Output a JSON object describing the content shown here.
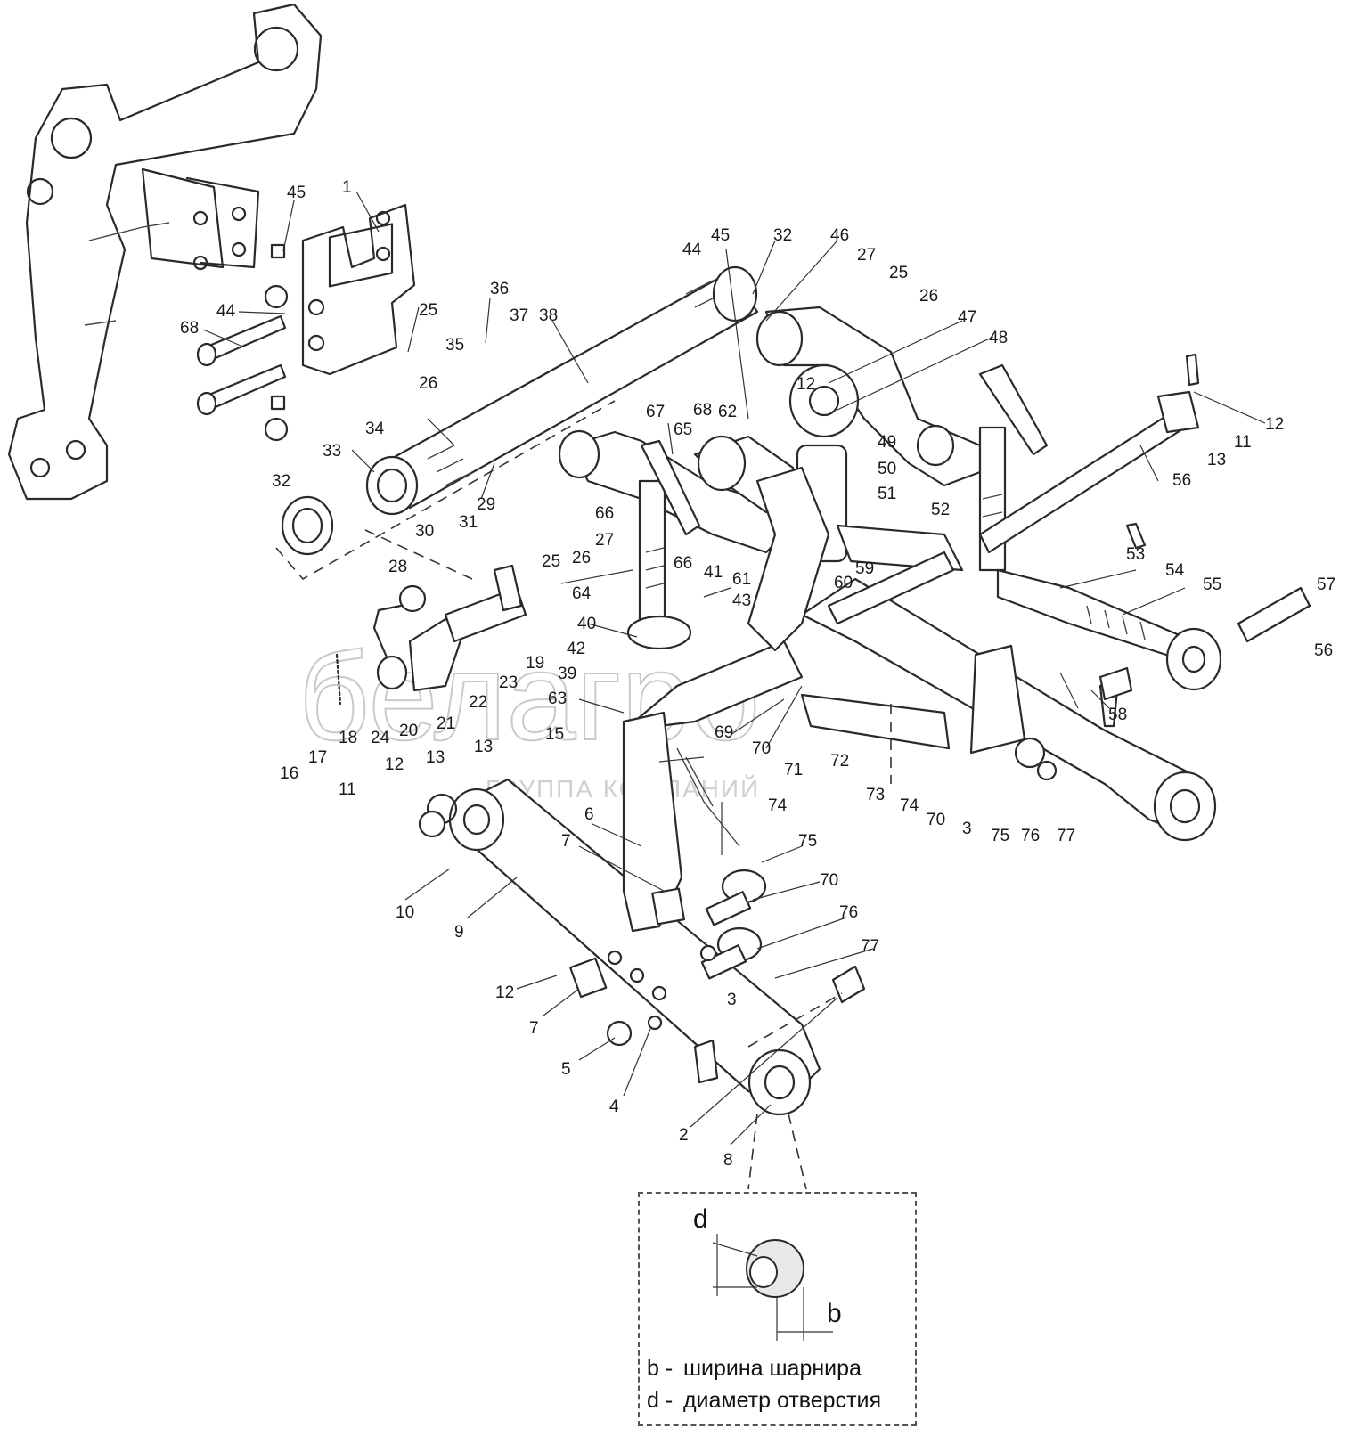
{
  "watermark": {
    "brand": "белагро",
    "tagline": "ГРУППА КОМПАНИЙ"
  },
  "callouts": [
    {
      "label": "1"
    },
    {
      "label": "45"
    },
    {
      "label": "44"
    },
    {
      "label": "68"
    },
    {
      "label": "25"
    },
    {
      "label": "36"
    },
    {
      "label": "37"
    },
    {
      "label": "38"
    },
    {
      "label": "35"
    },
    {
      "label": "26"
    },
    {
      "label": "34"
    },
    {
      "label": "33"
    },
    {
      "label": "32"
    },
    {
      "label": "30"
    },
    {
      "label": "29"
    },
    {
      "label": "31"
    },
    {
      "label": "44"
    },
    {
      "label": "45"
    },
    {
      "label": "32"
    },
    {
      "label": "46"
    },
    {
      "label": "27"
    },
    {
      "label": "25"
    },
    {
      "label": "26"
    },
    {
      "label": "47"
    },
    {
      "label": "48"
    },
    {
      "label": "12"
    },
    {
      "label": "49"
    },
    {
      "label": "50"
    },
    {
      "label": "51"
    },
    {
      "label": "52"
    },
    {
      "label": "12"
    },
    {
      "label": "11"
    },
    {
      "label": "13"
    },
    {
      "label": "56"
    },
    {
      "label": "67"
    },
    {
      "label": "68"
    },
    {
      "label": "62"
    },
    {
      "label": "65"
    },
    {
      "label": "66"
    },
    {
      "label": "66"
    },
    {
      "label": "27"
    },
    {
      "label": "25"
    },
    {
      "label": "26"
    },
    {
      "label": "64"
    },
    {
      "label": "41"
    },
    {
      "label": "43"
    },
    {
      "label": "61"
    },
    {
      "label": "59"
    },
    {
      "label": "60"
    },
    {
      "label": "53"
    },
    {
      "label": "54"
    },
    {
      "label": "55"
    },
    {
      "label": "57"
    },
    {
      "label": "56"
    },
    {
      "label": "28"
    },
    {
      "label": "40"
    },
    {
      "label": "42"
    },
    {
      "label": "19"
    },
    {
      "label": "39"
    },
    {
      "label": "23"
    },
    {
      "label": "22"
    },
    {
      "label": "63"
    },
    {
      "label": "21"
    },
    {
      "label": "20"
    },
    {
      "label": "24"
    },
    {
      "label": "18"
    },
    {
      "label": "17"
    },
    {
      "label": "16"
    },
    {
      "label": "15"
    },
    {
      "label": "69"
    },
    {
      "label": "70"
    },
    {
      "label": "71"
    },
    {
      "label": "72"
    },
    {
      "label": "73"
    },
    {
      "label": "74"
    },
    {
      "label": "70"
    },
    {
      "label": "3"
    },
    {
      "label": "75"
    },
    {
      "label": "76"
    },
    {
      "label": "77"
    },
    {
      "label": "58"
    },
    {
      "label": "12"
    },
    {
      "label": "13"
    },
    {
      "label": "13"
    },
    {
      "label": "11"
    },
    {
      "label": "6"
    },
    {
      "label": "74"
    },
    {
      "label": "7"
    },
    {
      "label": "75"
    },
    {
      "label": "70"
    },
    {
      "label": "76"
    },
    {
      "label": "77"
    },
    {
      "label": "3"
    },
    {
      "label": "10"
    },
    {
      "label": "9"
    },
    {
      "label": "12"
    },
    {
      "label": "7"
    },
    {
      "label": "5"
    },
    {
      "label": "4"
    },
    {
      "label": "2"
    },
    {
      "label": "8"
    }
  ],
  "legend": {
    "dim_d": "d",
    "dim_b": "b",
    "lines": [
      {
        "symbol": "b -",
        "text": "ширина шарнира"
      },
      {
        "symbol": "d -",
        "text": "диаметр отверстия"
      }
    ]
  }
}
